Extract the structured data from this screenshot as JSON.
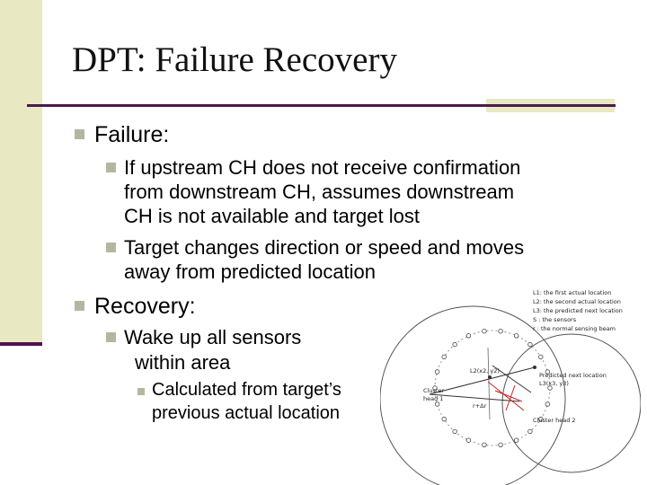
{
  "slide": {
    "title": "DPT: Failure Recovery",
    "colors": {
      "sidebar": "#e8e8c2",
      "accent": "#4a1a4c",
      "bullet": "#b6b6a0"
    },
    "bullets": [
      {
        "text": "Failure:"
      },
      {
        "lines": [
          "If upstream CH does not receive confirmation",
          "from downstream CH, assumes downstream",
          "CH is not available and target lost"
        ]
      },
      {
        "lines": [
          "Target changes direction or speed and moves",
          "away from predicted location"
        ]
      },
      {
        "text": "Recovery:"
      },
      {
        "lines": [
          "Wake up all sensors",
          "within area"
        ]
      },
      {
        "lines": [
          "Calculated from target’s",
          "previous actual location"
        ]
      }
    ]
  },
  "figure": {
    "legend": [
      "L1: the first actual location",
      "L2: the second actual location",
      "L3: the predicted next location",
      "S : the sensors",
      "r : the normal sensing beam"
    ],
    "labels": {
      "cluster_head_1": [
        "Cluster",
        "head 1"
      ],
      "cluster_head_2": "Cluster head 2",
      "predicted": [
        "Predicted next location",
        "L3(x3, y3)"
      ],
      "point": "L2(x2, y2)",
      "radius": "r+Δr"
    }
  }
}
